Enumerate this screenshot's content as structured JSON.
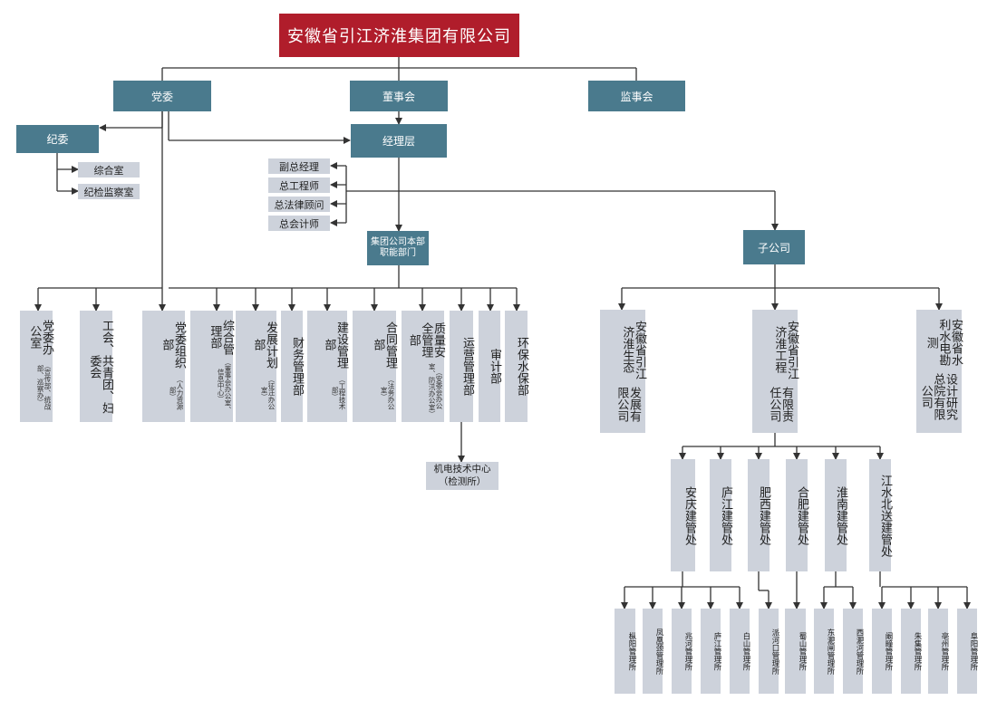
{
  "top": "安徽省引江济淮集团有限公司",
  "dangwei": "党委",
  "dongshihui": "董事会",
  "jianshihui": "监事会",
  "jiwei": "纪委",
  "jingliceng": "经理层",
  "jiwei_children": [
    "综合室",
    "纪检监察室"
  ],
  "managers": [
    "副总经理",
    "总工程师",
    "总法律顾问",
    "总会计师"
  ],
  "hq_line1": "集团公司本部",
  "hq_line2": "职能部门",
  "zigongsi": "子公司",
  "left_depts": [
    {
      "main": "党委办公室",
      "sub": "（宣传部、统战部、巡察办）"
    },
    {
      "main": "工会、共青团、妇委会",
      "sub": ""
    }
  ],
  "hq_depts": [
    {
      "main": "党委组织部",
      "sub": "（人力资源部）"
    },
    {
      "main": "综合管理部",
      "sub": "（董事会办公室、信息中心）"
    },
    {
      "main": "发展计划部",
      "sub": "（征迁办公室）"
    },
    {
      "main": "财务管理部",
      "sub": ""
    },
    {
      "main": "建设管理部",
      "sub": "（工程技术部）"
    },
    {
      "main": "合同管理部",
      "sub": "（法务办公室）"
    },
    {
      "main": "质量安全管理部",
      "sub": "（安委会办公室、防汛办公室）"
    },
    {
      "main": "运营管理部",
      "sub": ""
    },
    {
      "main": "审计部",
      "sub": ""
    },
    {
      "main": "环保水保部",
      "sub": ""
    }
  ],
  "jidian_line1": "机电技术中心",
  "jidian_line2": "（检测所）",
  "subsidiaries": [
    {
      "main": "安徽省引江济淮生态",
      "sub": "发展有限公司"
    },
    {
      "main": "安徽省引江济淮工程",
      "sub": "有限责任公司"
    },
    {
      "main": "安徽省水利水电勘测",
      "sub": "设计研究总院有限公司"
    }
  ],
  "construction_offices": [
    "安庆建管处",
    "庐江建管处",
    "肥西建管处",
    "合肥建管处",
    "淮南建管处",
    "江水北送建管处"
  ],
  "management_stations": [
    "枞阳管理所",
    "凤凰颈管理所",
    "兆河管理所",
    "庐江管理所",
    "白山管理所",
    "派河口管理所",
    "蜀山管理所",
    "东淝闸管理所",
    "西淝河管理所",
    "阚疃管理所",
    "朱集管理所",
    "亳州管理所",
    "阜阳管理所"
  ]
}
